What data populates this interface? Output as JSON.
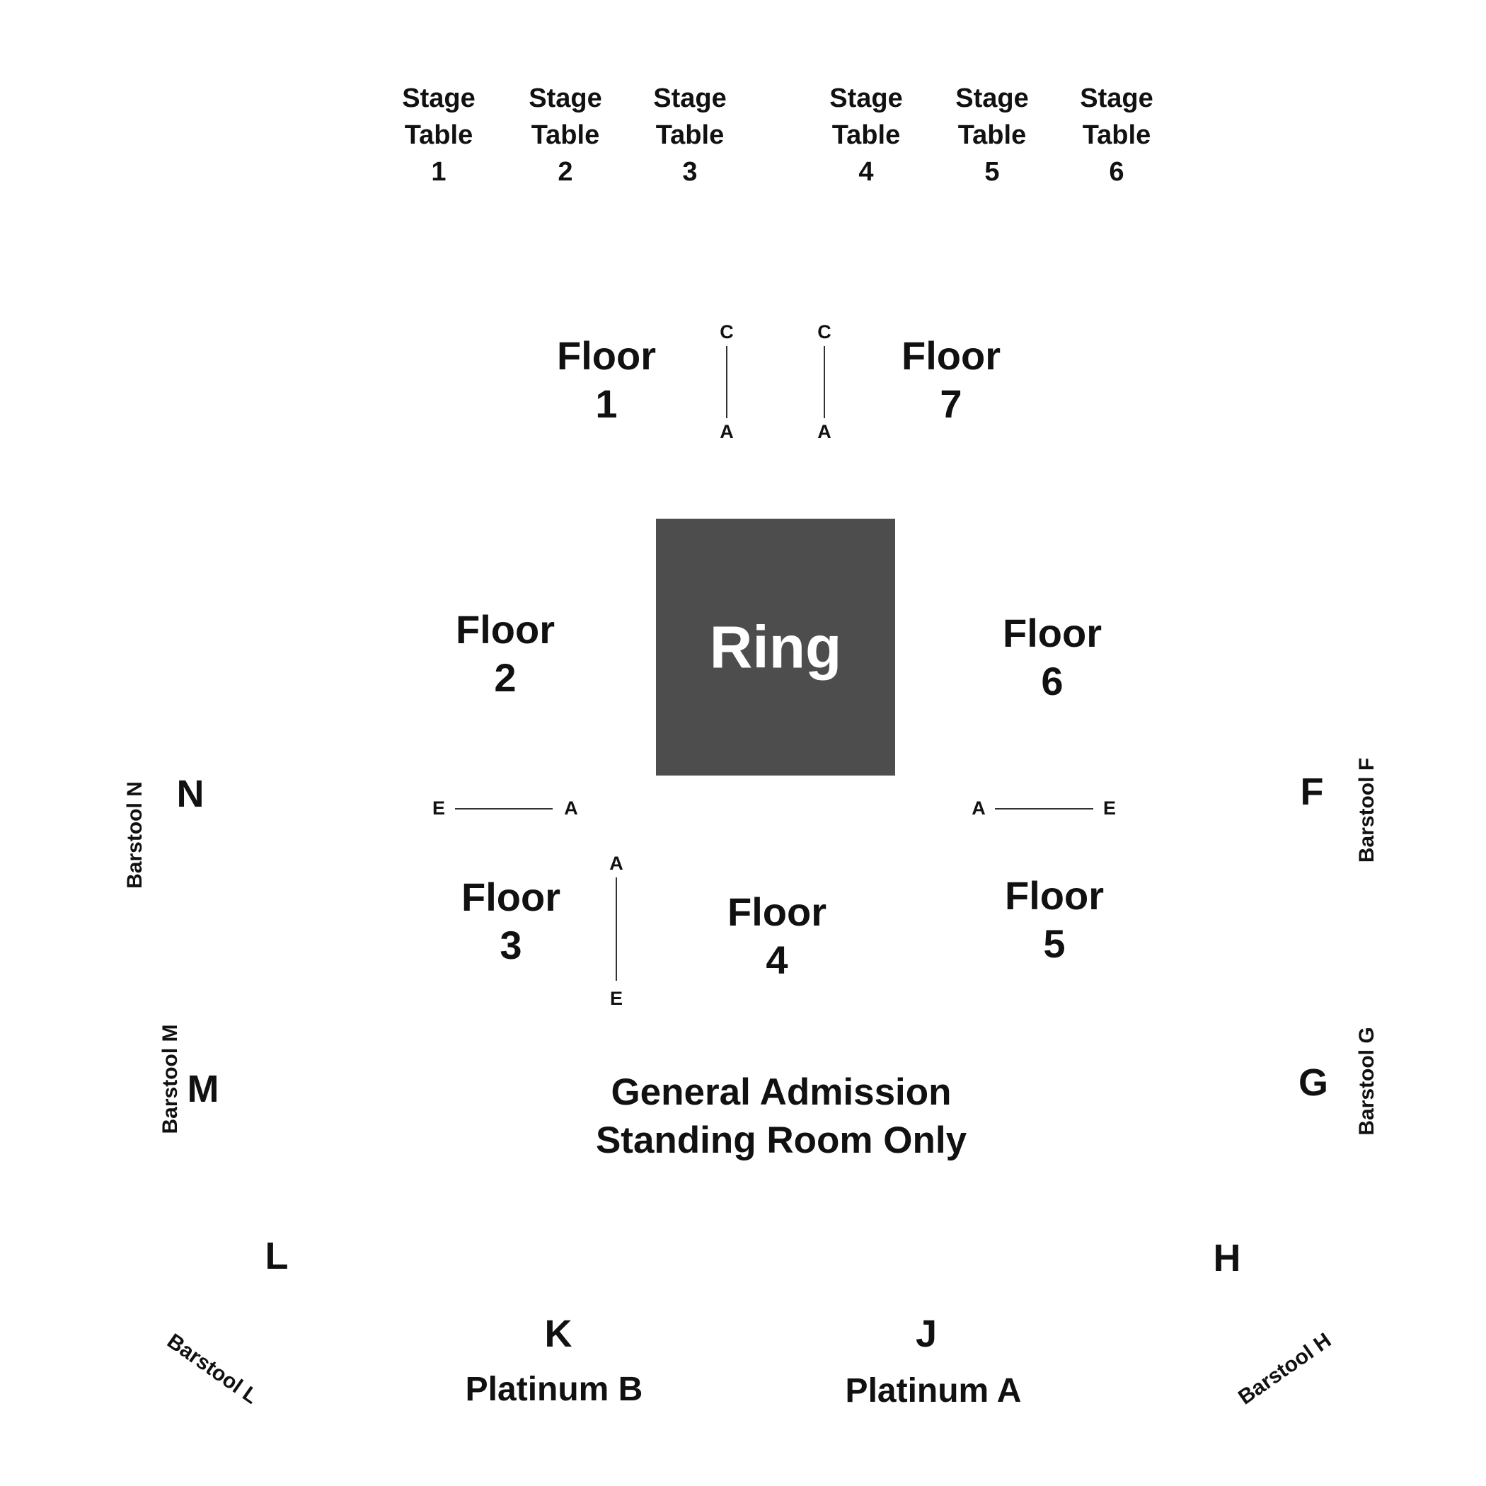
{
  "stage_tables": [
    {
      "line1": "Stage",
      "line2": "Table",
      "num": "1"
    },
    {
      "line1": "Stage",
      "line2": "Table",
      "num": "2"
    },
    {
      "line1": "Stage",
      "line2": "Table",
      "num": "3"
    },
    {
      "line1": "Stage",
      "line2": "Table",
      "num": "4"
    },
    {
      "line1": "Stage",
      "line2": "Table",
      "num": "5"
    },
    {
      "line1": "Stage",
      "line2": "Table",
      "num": "6"
    }
  ],
  "floors": [
    {
      "label": "Floor",
      "num": "1"
    },
    {
      "label": "Floor",
      "num": "2"
    },
    {
      "label": "Floor",
      "num": "3"
    },
    {
      "label": "Floor",
      "num": "4"
    },
    {
      "label": "Floor",
      "num": "5"
    },
    {
      "label": "Floor",
      "num": "6"
    },
    {
      "label": "Floor",
      "num": "7"
    }
  ],
  "ring": {
    "label": "Ring",
    "color": "#4d4d4d"
  },
  "row_markers": {
    "top_left": {
      "start": "C",
      "end": "A"
    },
    "top_right": {
      "start": "C",
      "end": "A"
    },
    "left": {
      "start": "E",
      "end": "A"
    },
    "right": {
      "start": "A",
      "end": "E"
    },
    "bottom": {
      "start": "A",
      "end": "E"
    }
  },
  "sections": {
    "N": "N",
    "M": "M",
    "L": "L",
    "K": "K",
    "J": "J",
    "H": "H",
    "G": "G",
    "F": "F"
  },
  "barstools": {
    "N": "Barstool N",
    "M": "Barstool M",
    "L": "Barstool L",
    "H": "Barstool H",
    "G": "Barstool G",
    "F": "Barstool F"
  },
  "general_admission": {
    "line1": "General Admission",
    "line2": "Standing Room Only"
  },
  "platinum": {
    "a": "Platinum A",
    "b": "Platinum B"
  }
}
